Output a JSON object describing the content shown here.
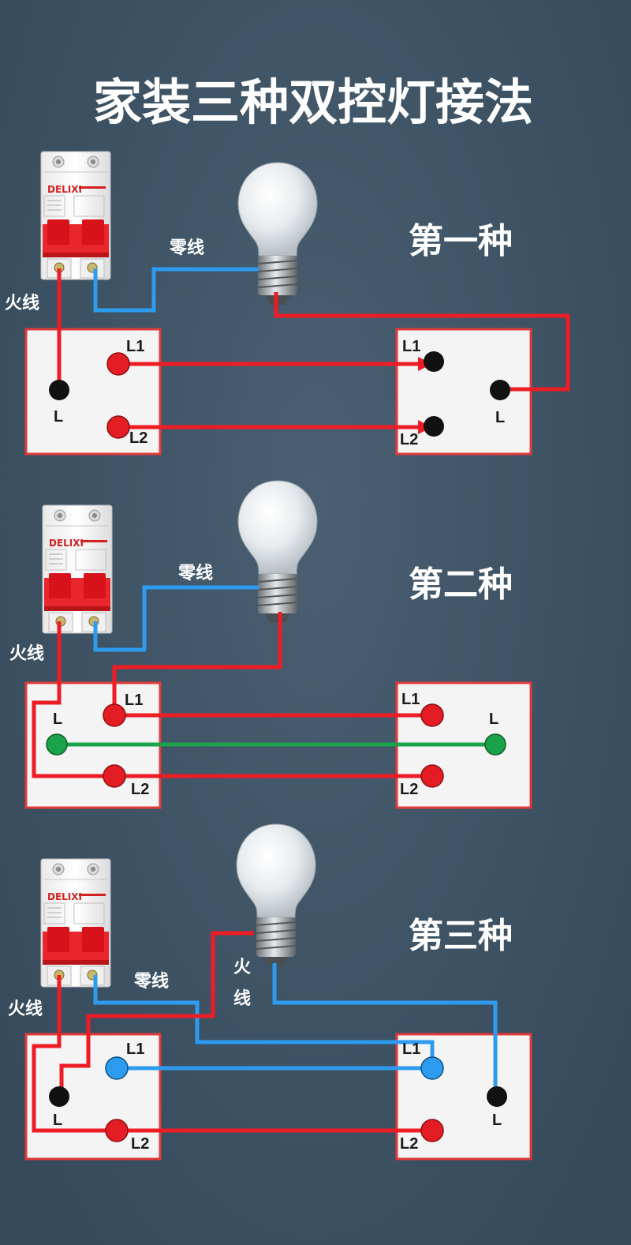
{
  "title": "家装三种双控灯接法",
  "brand": "DELIXI",
  "colors": {
    "live": "#ee1c24",
    "neutral": "#2d9bf0",
    "traveler": "#1aa34a",
    "panel": "#f4f4f4",
    "panel_border": "#e23a3a",
    "background": "#3f5466"
  },
  "sections": [
    {
      "name": "第一种",
      "neutral_label": "零线",
      "live_label": "火线",
      "left_switch": {
        "t1": "L1",
        "t2": "L2",
        "common": "L"
      },
      "right_switch": {
        "t1": "L1",
        "t2": "L2",
        "common": "L"
      }
    },
    {
      "name": "第二种",
      "neutral_label": "零线",
      "live_label": "火线",
      "left_switch": {
        "t1": "L1",
        "t2": "L2",
        "common": "L"
      },
      "right_switch": {
        "t1": "L1",
        "t2": "L2",
        "common": "L"
      }
    },
    {
      "name": "第三种",
      "neutral_label": "零线",
      "live_label": "火线",
      "live_label_2a": "火",
      "live_label_2b": "线",
      "left_switch": {
        "t1": "L1",
        "t2": "L2",
        "common": "L"
      },
      "right_switch": {
        "t1": "L1",
        "t2": "L2",
        "common": "L"
      }
    }
  ]
}
